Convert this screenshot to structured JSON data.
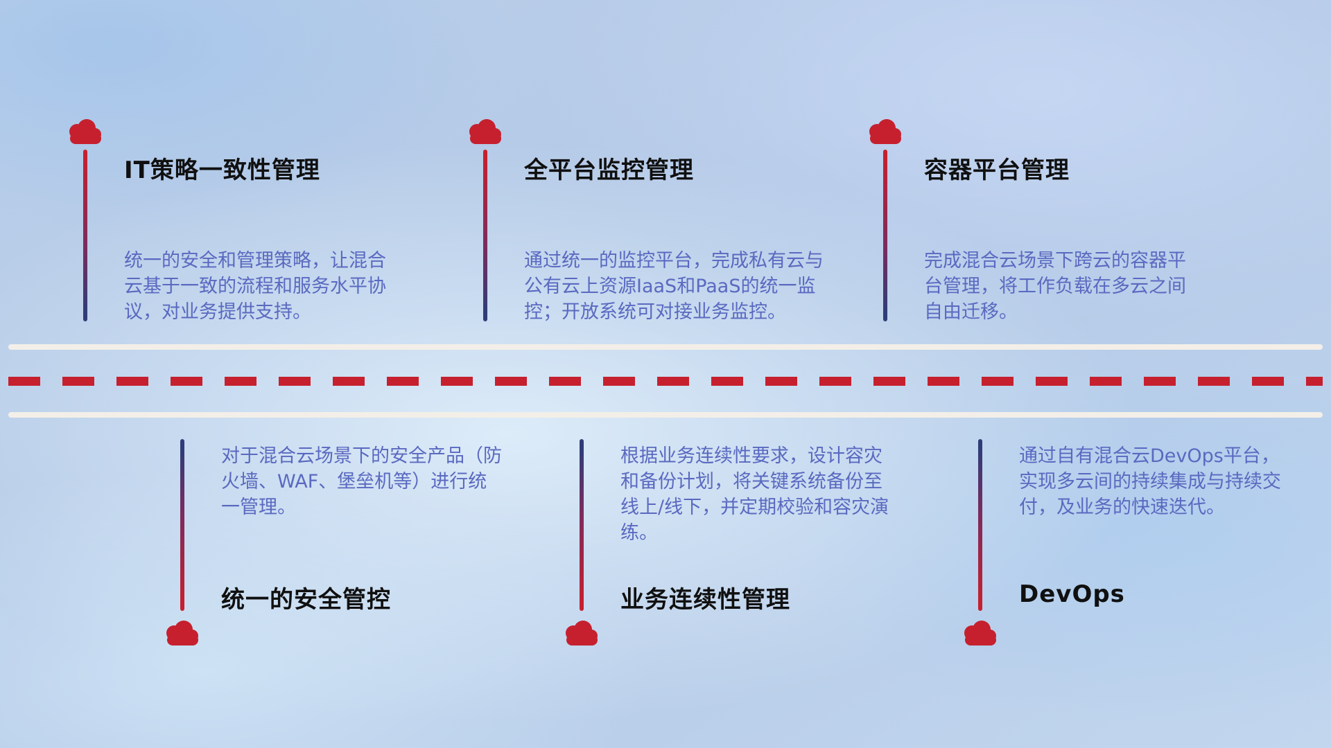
{
  "top_items": [
    {
      "icon": "cloud-icon",
      "title": "IT策略一致性管理",
      "description": "统一的安全和管理策略，让混合云基于一致的流程和服务水平协议，对业务提供支持。"
    },
    {
      "icon": "cloud-icon",
      "title": "全平台监控管理",
      "description": "通过统一的监控平台，完成私有云与公有云上资源IaaS和PaaS的统一监控；开放系统可对接业务监控。"
    },
    {
      "icon": "cloud-icon",
      "title": "容器平台管理",
      "description": "完成混合云场景下跨云的容器平台管理，将工作负载在多云之间自由迁移。"
    }
  ],
  "bottom_items": [
    {
      "icon": "cloud-icon",
      "title": "统一的安全管控",
      "description": "对于混合云场景下的安全产品（防火墙、WAF、堡垒机等）进行统一管理。"
    },
    {
      "icon": "cloud-icon",
      "title": "业务连续性管理",
      "description": "根据业务连续性要求，设计容灾和备份计划，将关键系统备份至线上/线下，并定期校验和容灾演练。"
    },
    {
      "icon": "cloud-icon",
      "title": "DevOps",
      "description": "通过自有混合云DevOps平台，实现多云间的持续集成与持续交付，及业务的快速迭代。"
    }
  ],
  "colors": {
    "cloud_red": "#c6202e",
    "line_red": "#c6202e",
    "line_navy": "#303c78",
    "desc_blue": "#5a69c0",
    "title_black": "#101010",
    "dash_red": "#c6202e",
    "road_white": "#f3efe8"
  }
}
